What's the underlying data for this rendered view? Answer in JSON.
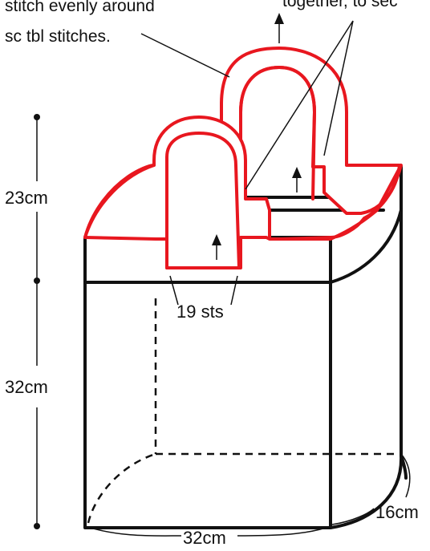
{
  "notes": {
    "left_line1": "stitch evenly around",
    "left_line2": "sc tbl stitches.",
    "right_fragment": "together, to sec"
  },
  "dimensions": {
    "handle_width": "19 sts",
    "upper_height": "23cm",
    "lower_height": "32cm",
    "base_width": "32cm",
    "base_depth": "16cm"
  },
  "colors": {
    "outline": "#111111",
    "handle_trim": "#e8171f"
  }
}
